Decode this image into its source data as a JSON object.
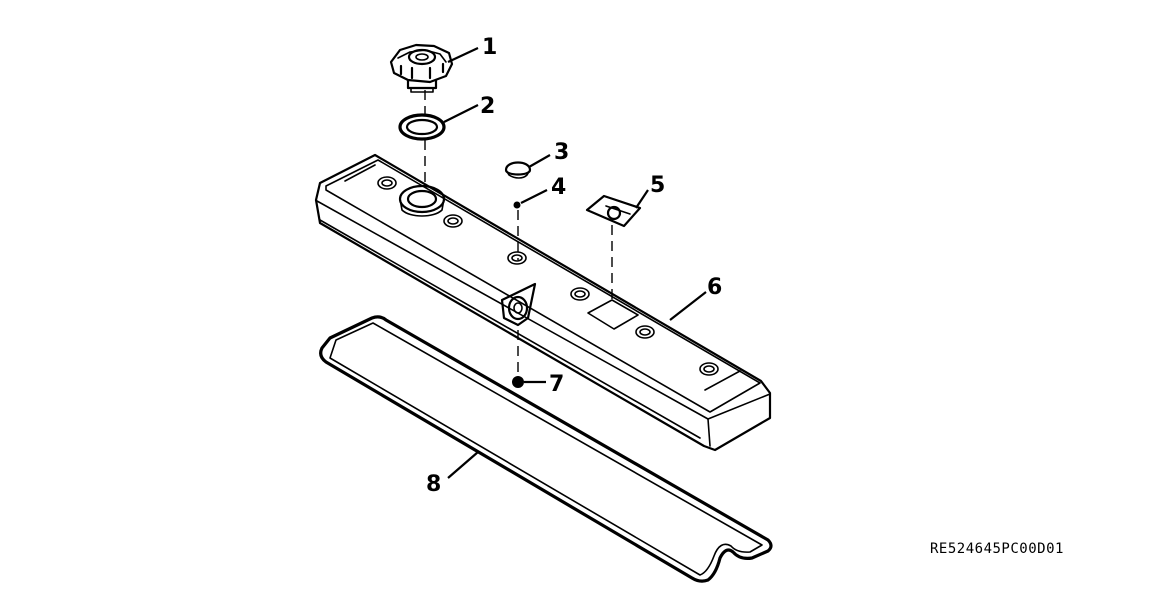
{
  "figure": {
    "reference_code": "RE524645PC00D01"
  },
  "callouts": [
    {
      "id": "1",
      "label": "1"
    },
    {
      "id": "2",
      "label": "2"
    },
    {
      "id": "3",
      "label": "3"
    },
    {
      "id": "4",
      "label": "4"
    },
    {
      "id": "5",
      "label": "5"
    },
    {
      "id": "6",
      "label": "6"
    },
    {
      "id": "7",
      "label": "7"
    },
    {
      "id": "8",
      "label": "8"
    }
  ],
  "colors": {
    "line": "#000000",
    "background": "#ffffff"
  }
}
